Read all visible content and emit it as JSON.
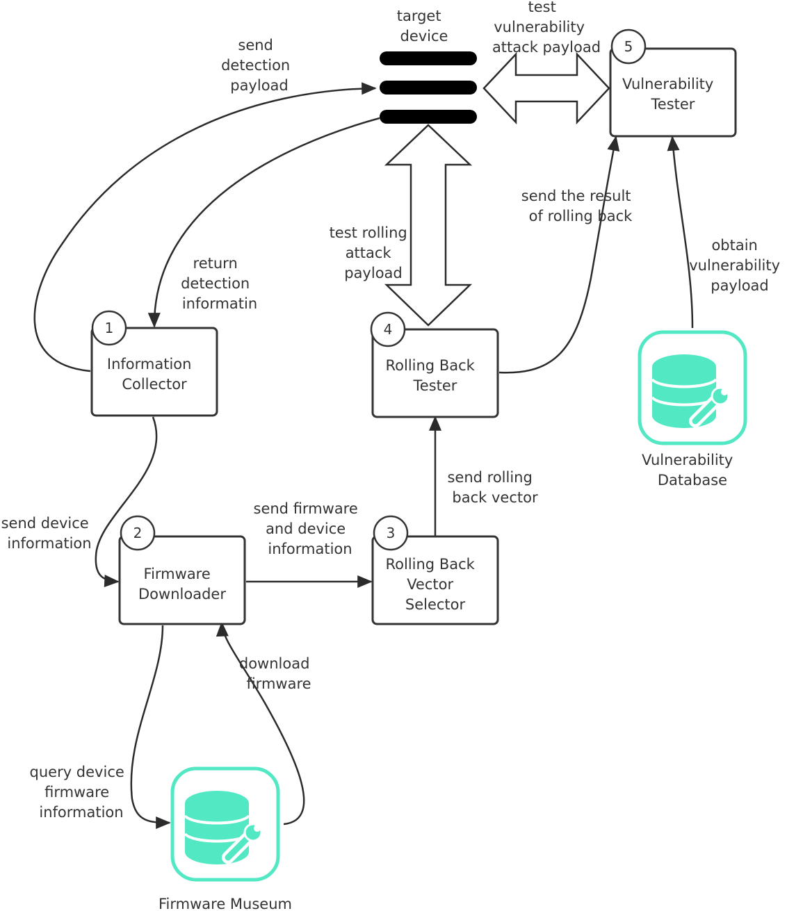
{
  "target_device": {
    "label_lines": [
      "target",
      "device"
    ]
  },
  "nodes": {
    "collector": {
      "number": "1",
      "lines": [
        "Information",
        "Collector"
      ]
    },
    "downloader": {
      "number": "2",
      "lines": [
        "Firmware",
        "Downloader"
      ]
    },
    "selector": {
      "number": "3",
      "lines": [
        "Rolling Back",
        "Vector",
        "Selector"
      ]
    },
    "rb_tester": {
      "number": "4",
      "lines": [
        "Rolling Back",
        "Tester"
      ]
    },
    "vuln_tester": {
      "number": "5",
      "lines": [
        "Vulnerability",
        "Tester"
      ]
    }
  },
  "databases": {
    "vuln_db": {
      "lines": [
        "Vulnerability",
        "Database"
      ],
      "color": "#52e8c4"
    },
    "fw_museum": {
      "lines": [
        "Firmware Museum"
      ],
      "color": "#52e8c4"
    }
  },
  "edges": {
    "send_detection": [
      "send",
      "detection",
      "payload"
    ],
    "return_detection": [
      "return",
      "detection",
      "informatin"
    ],
    "send_device_info": [
      "send device",
      "information"
    ],
    "send_fw_device": [
      "send firmware",
      "and device",
      "information"
    ],
    "send_rb_vector": [
      "send rolling",
      "back vector"
    ],
    "test_rolling": [
      "test rolling",
      "attack",
      "payload"
    ],
    "send_result": [
      "send the result",
      "of rolling back"
    ],
    "obtain_vuln": [
      "obtain",
      "vulnerability",
      "payload"
    ],
    "test_vuln": [
      "test",
      "vulnerability",
      "attack payload"
    ],
    "download_fw": [
      "download",
      "firmware"
    ],
    "query_fw": [
      "query device",
      "firmware",
      "information"
    ]
  }
}
